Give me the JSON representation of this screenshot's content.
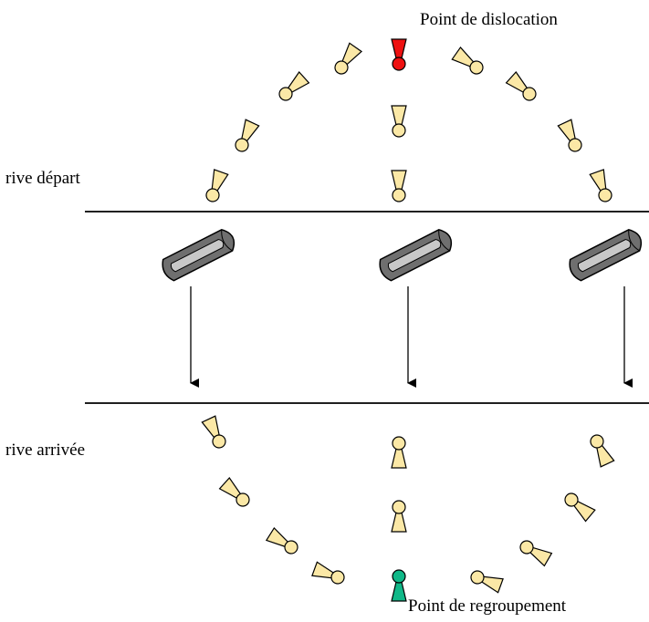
{
  "labels": {
    "dislocation": "Point de dislocation",
    "depart": "rive départ",
    "arrivee": "rive arrivée",
    "regroupement": "Point de regroupement"
  },
  "colors": {
    "person_default": "#fbe8a6",
    "person_dislocation": "#ee1111",
    "person_regroupement": "#10b888",
    "boat_hull": "#6f6f6f",
    "boat_inner": "#c8c8c8",
    "outline": "#000000"
  },
  "icons": {
    "person": "person-marker-icon",
    "boat": "canoe-icon",
    "arrow": "down-arrow-icon"
  }
}
